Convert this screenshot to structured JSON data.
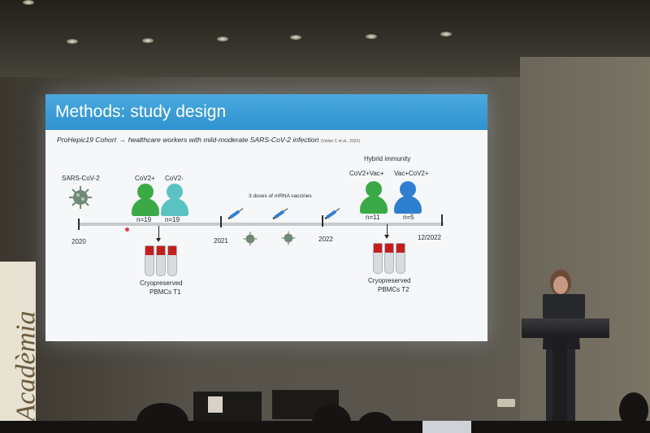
{
  "slide": {
    "title": "Methods: study design",
    "cohort_name": "ProHepic19 Cohort",
    "cohort_arrow": "→",
    "cohort_description": "healthcare workers with mild-moderate SARS-CoV-2 infection",
    "citation": "(Violan C et al., 2022)",
    "virus_label": "SARS-CoV-2",
    "group1_label": "CoV2+",
    "group2_label": "CoV2-",
    "group1_n": "n=19",
    "group2_n": "n=19",
    "vaccines_label": "3 doses of mRNA vaccines",
    "hybrid_label": "Hybrid immunity",
    "group3_label": "CoV2+Vac+",
    "group4_label": "Vac+CoV2+",
    "group3_n": "n=11",
    "group4_n": "n=5",
    "year_2020": "2020",
    "year_2021": "2021",
    "year_2022": "2022",
    "date_end": "12/2022",
    "cryo1_line1": "Cryopreserved",
    "cryo1_line2": "PBMCs T1",
    "cryo2_line1": "Cryopreserved",
    "cryo2_line2": "PBMCs T2"
  },
  "colors": {
    "header": "#2f92cf",
    "green_person": "#3aaa46",
    "teal_person": "#5bc2c2",
    "blue_person": "#2f7fd0",
    "tube_cap": "#c51e1e"
  },
  "banner": {
    "text": "l'Acadèmia"
  }
}
